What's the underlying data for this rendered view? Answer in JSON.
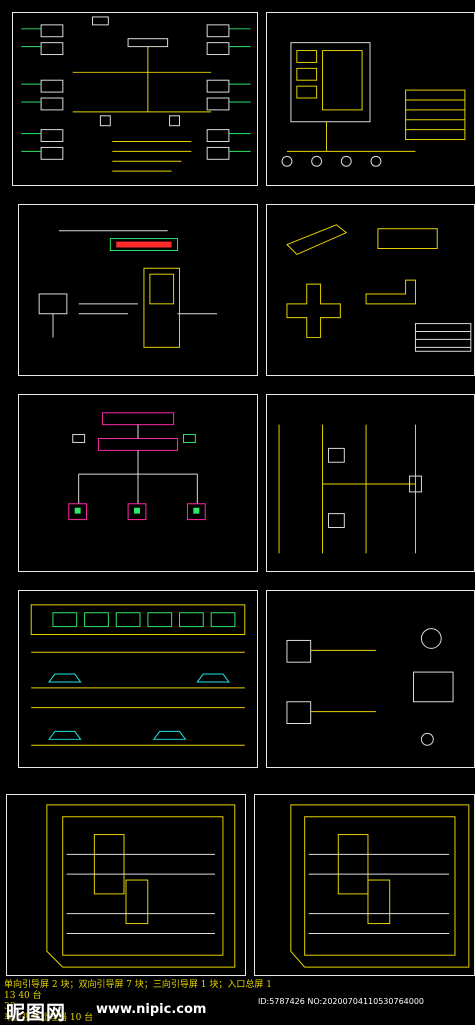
{
  "bottom_text": {
    "line1": "单向引导屏 2 块；双向引导屏 7 块；三向引导屏 1 块；入口总屏 1",
    "line2": "13                          40 台",
    "line3": "30",
    "line4": "车位视频处理器    10 台"
  },
  "watermark": {
    "logo": "昵图网",
    "url": "www.nipic.com",
    "id": "ID:5787426 NO:20200704110530764000"
  },
  "colors": {
    "background": "#000000",
    "line_yellow": "#e6d400",
    "line_white": "#dcdcdc",
    "line_green": "#2ee86b",
    "line_red": "#ff2a2a",
    "line_magenta": "#ff2aa8",
    "line_cyan": "#21e3e3"
  }
}
